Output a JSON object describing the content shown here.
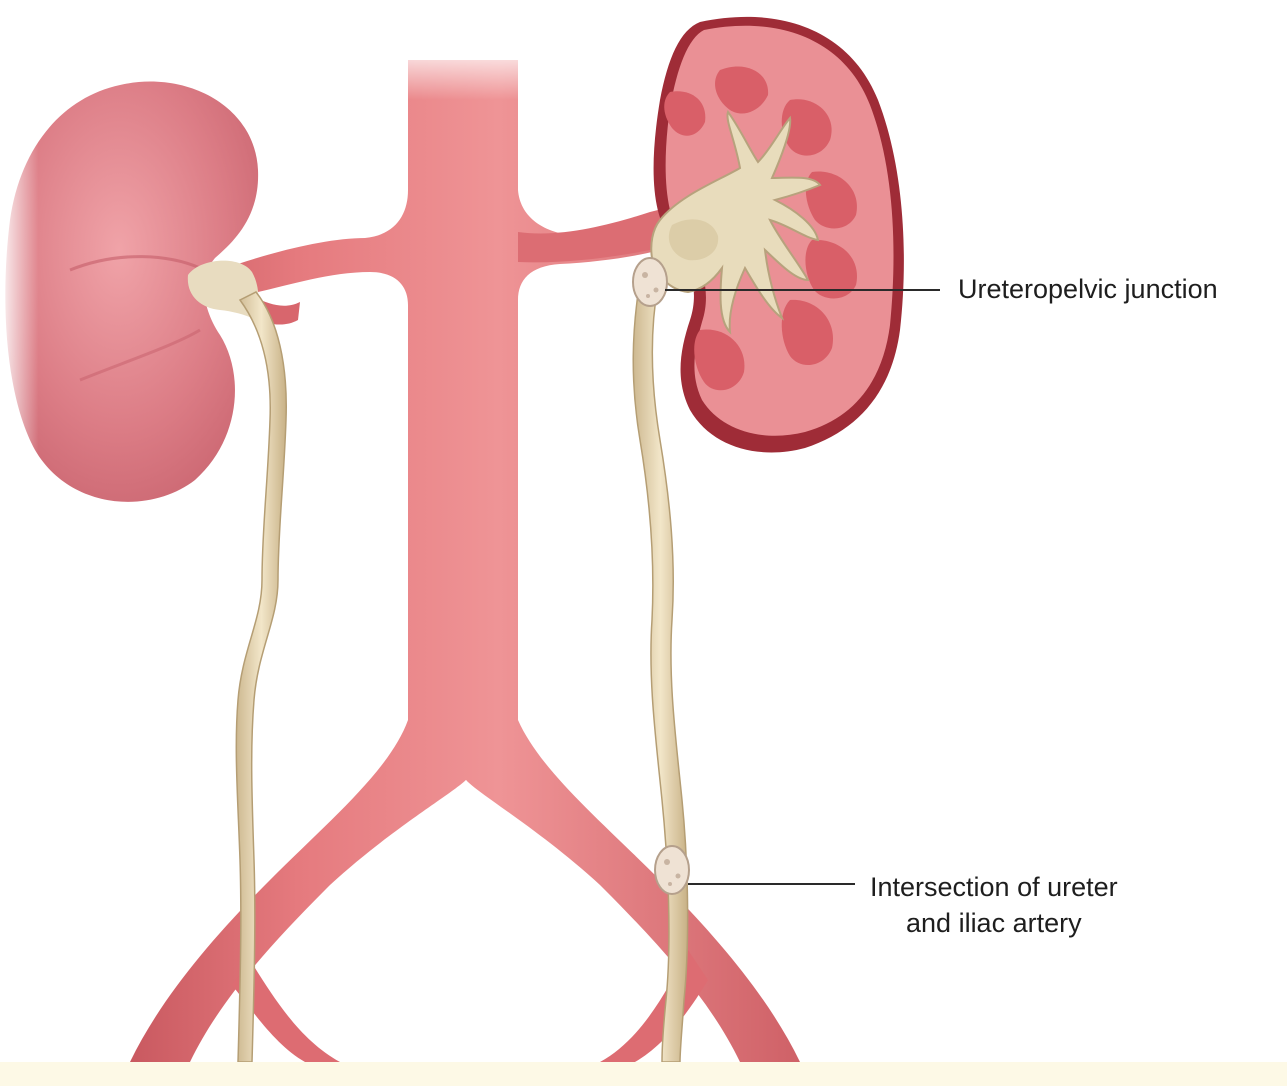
{
  "labels": {
    "ureteropelvic_junction": "Ureteropelvic junction",
    "iliac_line1": "Intersection of ureter",
    "iliac_line2": "and iliac artery"
  },
  "colors": {
    "vessel": "#e07074",
    "vessel_dark": "#c4565b",
    "kidney": "#de7f88",
    "kidney_cut": "#e68e91",
    "kidney_capsule": "#9e2e38",
    "pyramid": "#d95f68",
    "pelvis": "#e6dcbd",
    "ureter": "#ead9b6",
    "stone": "#efe2d4",
    "leader_line": "#2a2a2a"
  }
}
